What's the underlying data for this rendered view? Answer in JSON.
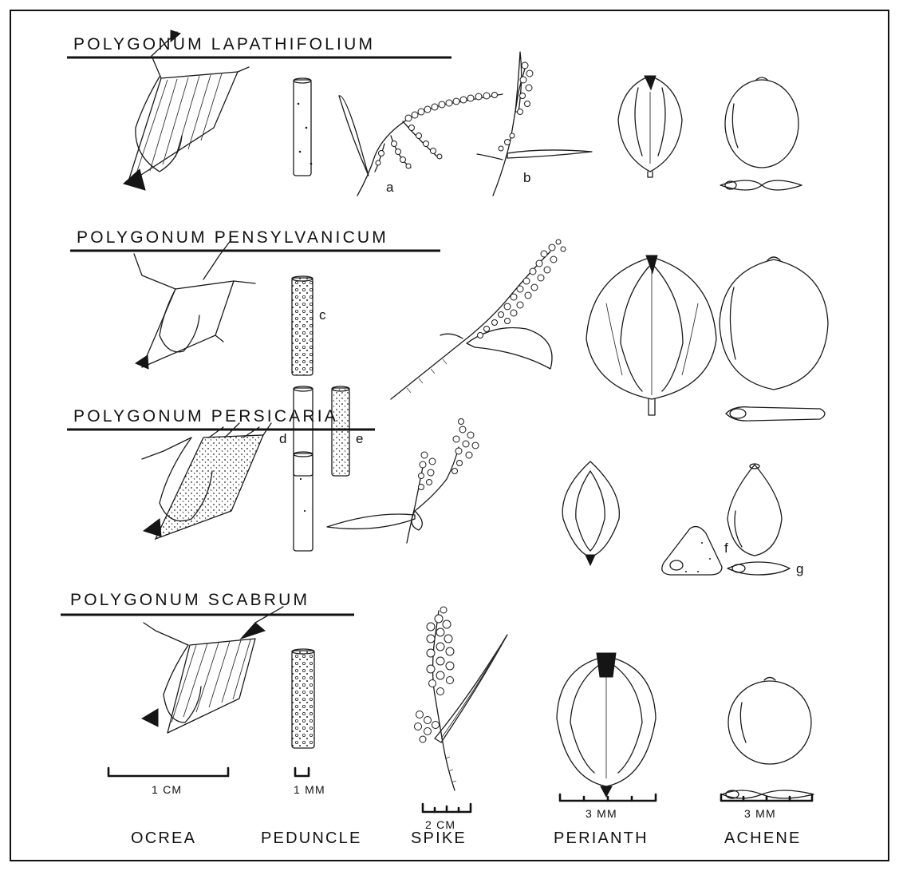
{
  "species": [
    {
      "id": "lapathifolium",
      "title": "POLYGONUM LAPATHIFOLIUM",
      "spike_labels": [
        "a",
        "b"
      ]
    },
    {
      "id": "pensylvanicum",
      "title": "POLYGONUM PENSYLVANICUM",
      "peduncle_labels": [
        "c",
        "d",
        "e"
      ]
    },
    {
      "id": "persicaria",
      "title": "POLYGONUM PERSICARIA",
      "achene_labels": [
        "f",
        "g"
      ]
    },
    {
      "id": "scabrum",
      "title": "POLYGONUM SCABRUM"
    }
  ],
  "scale_bars": {
    "ocrea": "1 CM",
    "peduncle": "1 MM",
    "spike": "2 CM",
    "perianth": "3 MM",
    "achene": "3 MM"
  },
  "columns": [
    "OCREA",
    "PEDUNCLE",
    "SPIKE",
    "PERIANTH",
    "ACHENE"
  ]
}
